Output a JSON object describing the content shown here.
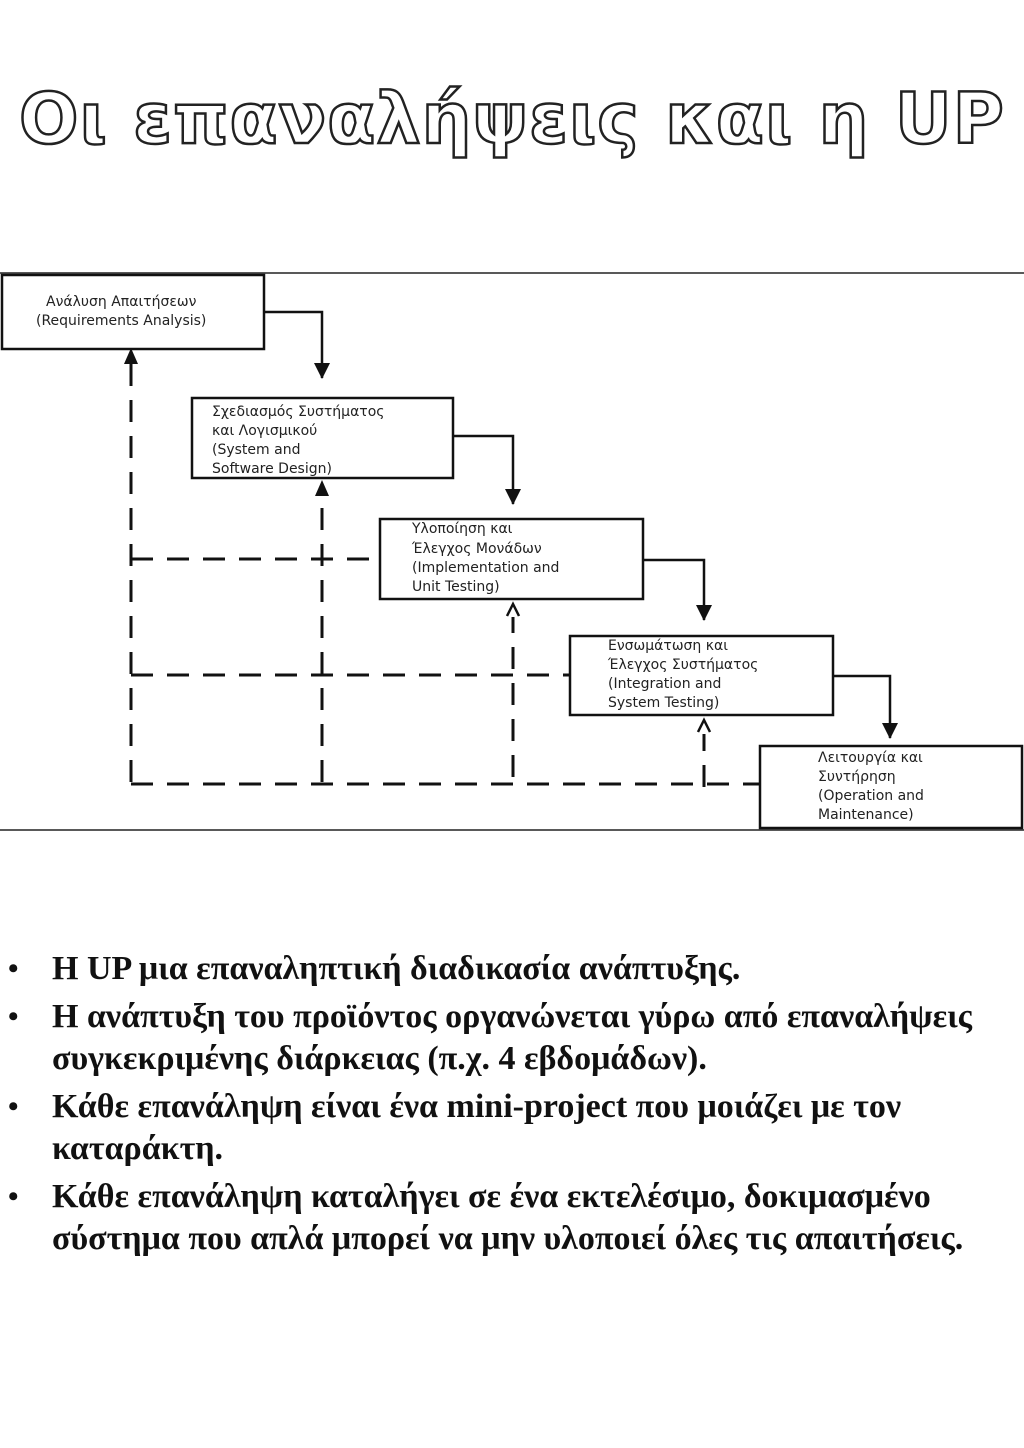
{
  "title": "Οι επαναλήψεις και η UP",
  "diagram": {
    "boxes": [
      {
        "line1": "Ανάλυση Απαιτήσεων",
        "line2": "(Requirements Analysis)"
      },
      {
        "line1": "Σχεδιασμός Συστήματος",
        "line2": "και Λογισμικού",
        "line3": "(System and",
        "line4": "Software Design)"
      },
      {
        "line1": "Υλοποίηση και",
        "line2": "Έλεγχος Μονάδων",
        "line3": "(Implementation and",
        "line4": "Unit Testing)"
      },
      {
        "line1": "Ενσωμάτωση και",
        "line2": "Έλεγχος Συστήματος",
        "line3": "(Integration and",
        "line4": "System Testing)"
      },
      {
        "line1": "Λειτουργία και",
        "line2": "Συντήρηση",
        "line3": "(Operation and",
        "line4": "Maintenance)"
      }
    ]
  },
  "bullets": [
    {
      "marker": "•",
      "text": "Η UP μια επαναληπτική διαδικασία ανάπτυξης."
    },
    {
      "marker": "•",
      "text": "Η ανάπτυξη του προϊόντος οργανώνεται γύρω από επαναλήψεις συγκεκριμένης διάρκειας (π.χ. 4 εβδομάδων)."
    },
    {
      "marker": "•",
      "text": "Κάθε επανάληψη είναι ένα mini-project που μοιάζει με τον καταράκτη."
    },
    {
      "marker": "•",
      "text": "Κάθε επανάληψη καταλήγει σε ένα εκτελέσιμο, δοκιμασμένο σύστημα που απλά μπορεί να μην υλοποιεί όλες τις απαιτήσεις."
    }
  ]
}
